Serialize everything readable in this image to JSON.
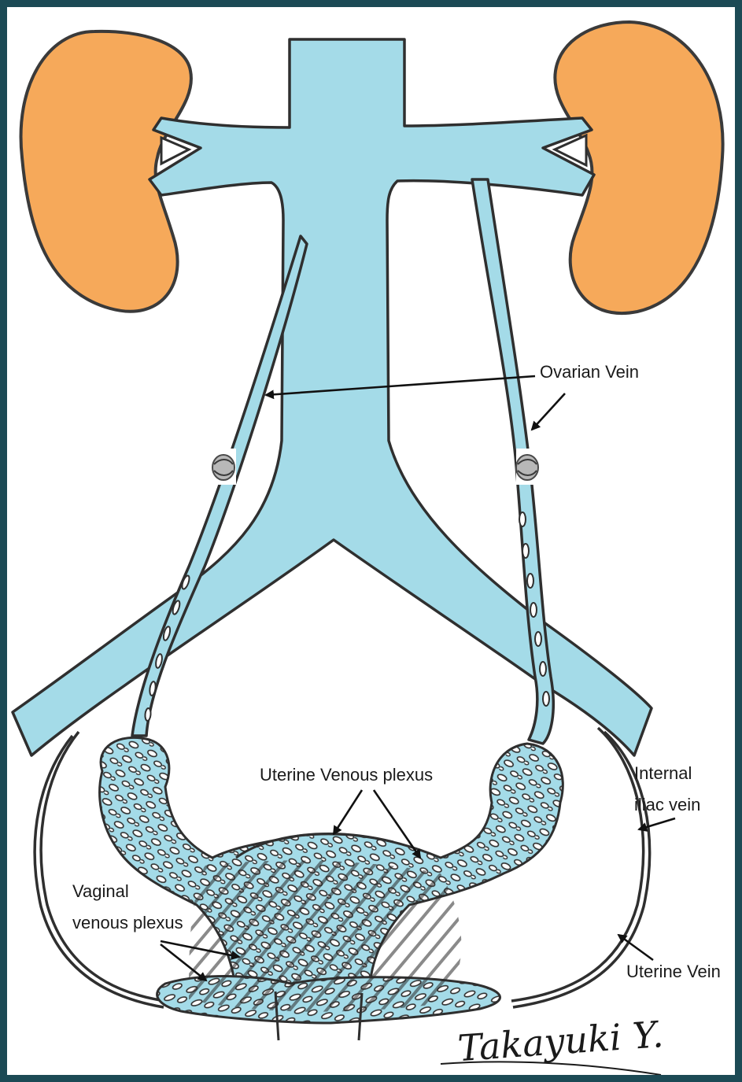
{
  "labels": {
    "ovarian_vein": "Ovarian Vein",
    "uterine_venous_plexus": "Uterine Venous plexus",
    "internal_iliac_line1": "Internal",
    "internal_iliac_line2": "iliac vein",
    "vaginal_line1": "Vaginal",
    "vaginal_line2": "venous plexus",
    "uterine_vein": "Uterine Vein"
  },
  "signature": "Takayuki Y.",
  "colors": {
    "frame": "#1c4a55",
    "vein_fill": "#a4dbe8",
    "kidney_fill": "#f6a95a",
    "outline": "#2f2f2f"
  },
  "icons": [
    "valve-icon",
    "valve-icon"
  ]
}
